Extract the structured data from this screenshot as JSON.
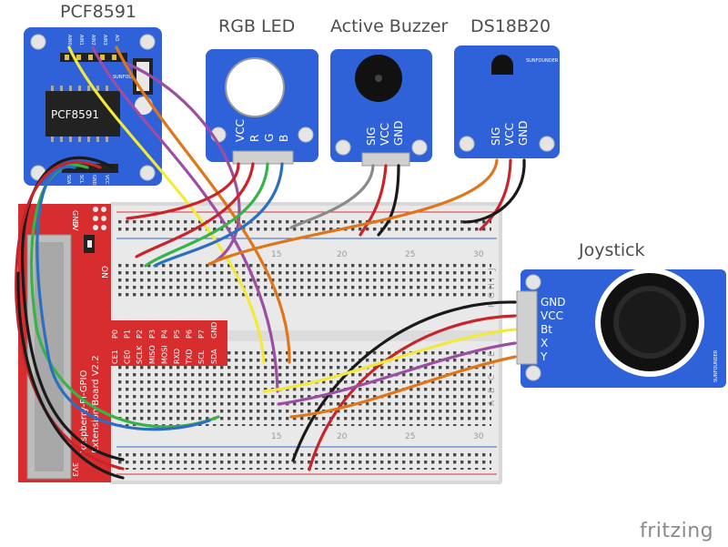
{
  "titles": {
    "pcf8591": "PCF8591",
    "rgb_led": "RGB LED",
    "buzzer": "Active Buzzer",
    "ds18b20": "DS18B20",
    "joystick": "Joystick"
  },
  "pcf8591": {
    "chip_label": "PCF8591",
    "top_pins": [
      "AIN0",
      "AIN1",
      "AIN2",
      "AIN3",
      "AO"
    ],
    "bottom_pins": [
      "SDA",
      "SCL",
      "GND",
      "VCC"
    ],
    "brand": "SUNFOUNDER"
  },
  "rgb_led": {
    "pins": [
      "VCC",
      "R",
      "G",
      "B"
    ]
  },
  "buzzer": {
    "pins": [
      "SIG",
      "VCC",
      "GND"
    ]
  },
  "ds18b20": {
    "pins": [
      "SIG",
      "VCC",
      "GND"
    ],
    "brand": "SUNFOUNDER"
  },
  "joystick": {
    "pins": [
      "GND",
      "VCC",
      "Bt",
      "X",
      "Y"
    ],
    "brand": "SUNFOUNDER"
  },
  "gpio_board": {
    "labels": [
      "GND",
      "5V",
      "3V3"
    ],
    "on_label": "ON",
    "pin_labels": [
      "CE1",
      "CE0",
      "SCLK",
      "MISO",
      "MOSI",
      "RXD",
      "TXD",
      "SCL",
      "SDA"
    ],
    "pin_numbers": [
      "P0",
      "P1",
      "P2",
      "P3",
      "P4",
      "P5",
      "P6",
      "P7",
      "GND"
    ],
    "name": "Raspberry-Pi-GPIO",
    "subtitle": "Extension Board V2.2"
  },
  "breadboard": {
    "column_numbers": [
      "15",
      "20",
      "25",
      "30"
    ],
    "row_letters": [
      "J",
      "I",
      "H",
      "G",
      "F",
      "E",
      "D",
      "C",
      "B",
      "A"
    ]
  },
  "footer": {
    "logo": "fritzing"
  },
  "colors": {
    "module_blue": "#2f62d8",
    "board_red": "#d72d2f",
    "wire_yellow": "#f3e93a",
    "wire_purple": "#9b4ea3",
    "wire_orange": "#e0761a",
    "wire_red": "#c8242a",
    "wire_green": "#38b34a",
    "wire_blue": "#2c6fc1",
    "wire_black": "#1a1a1a",
    "wire_gray": "#8a8a8a"
  }
}
